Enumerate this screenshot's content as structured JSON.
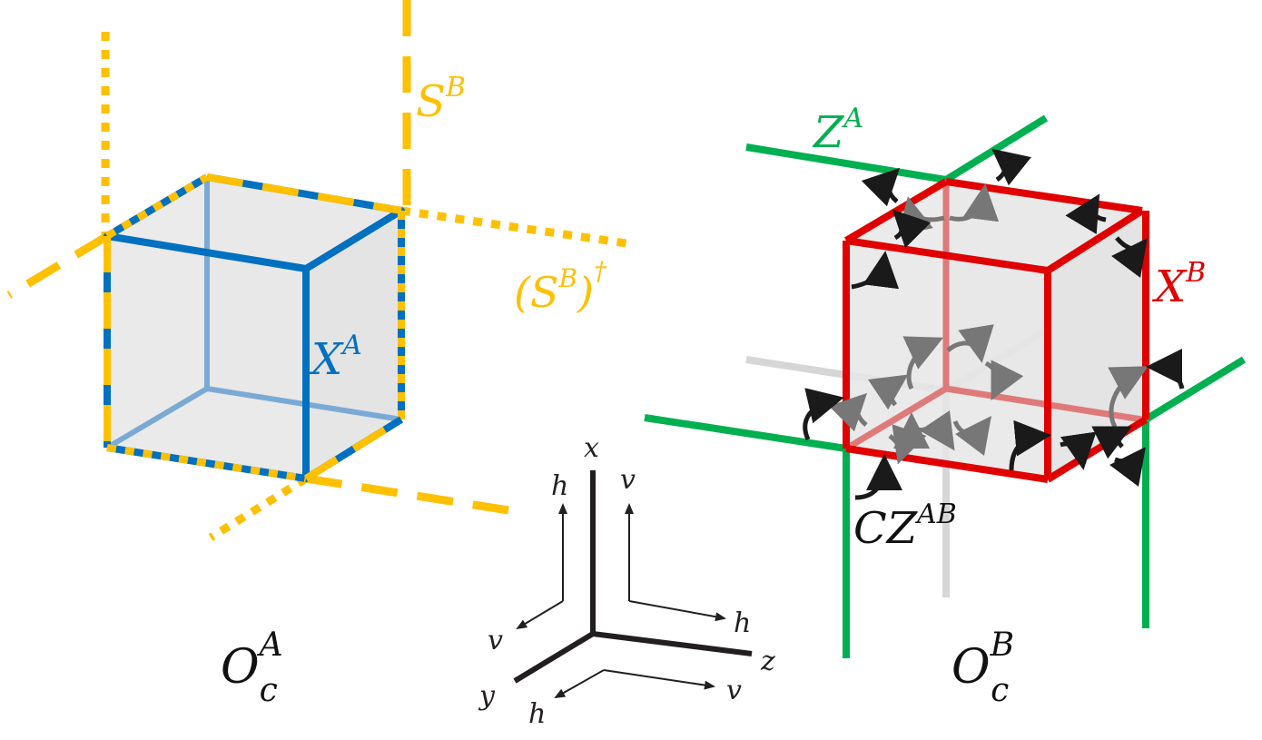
{
  "colors": {
    "blue": "#0070c0",
    "light_blue": "#7aaad4",
    "yellow": "#ffc000",
    "green": "#00b050",
    "red": "#e00000",
    "light_red": "#e07a7a",
    "face_gray": "#e8e8e8",
    "arrow_gray": "#777777",
    "black": "#1a1a1a"
  },
  "left_cube": {
    "op": {
      "base": "O",
      "sub": "c",
      "sup": "A"
    },
    "x_label": {
      "base": "X",
      "sup": "A"
    },
    "s_label": {
      "base": "S",
      "sup": "B"
    },
    "s_dagger": {
      "open": "(",
      "base": "S",
      "sup": "B",
      "close": ")",
      "dagger": "†"
    }
  },
  "right_cube": {
    "op": {
      "base": "O",
      "sub": "c",
      "sup": "B"
    },
    "x_label": {
      "base": "X",
      "sup": "B"
    },
    "z_label": {
      "base": "Z",
      "sup": "A"
    },
    "cz_label": {
      "base": "CZ",
      "sup": "AB"
    }
  },
  "axes": {
    "x": "x",
    "y": "y",
    "z": "z",
    "h_top_left": "h",
    "v_top_right": "v",
    "v_left": "v",
    "h_right": "h",
    "h_bottom": "h",
    "v_bottom": "v"
  }
}
